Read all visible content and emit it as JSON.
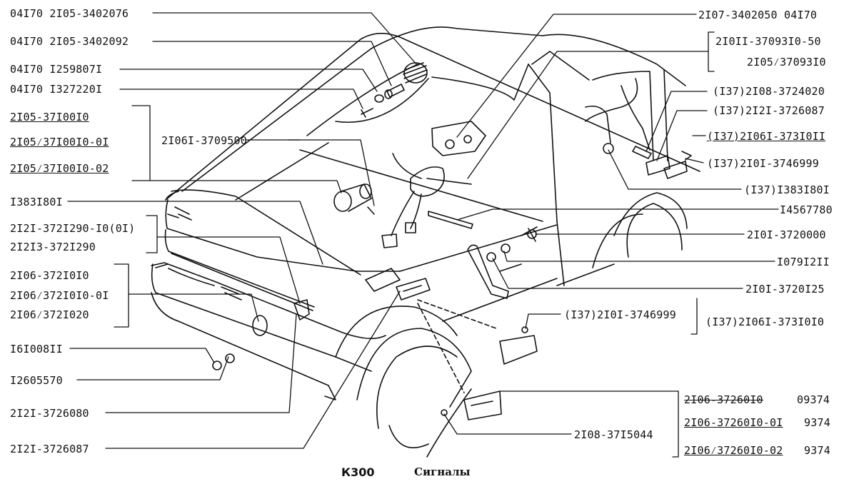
{
  "footer": {
    "code": "К300",
    "title": "Сигналы"
  },
  "left_labels": [
    {
      "id": "l1",
      "text": "04I70 2I05-3402076"
    },
    {
      "id": "l2",
      "text": "04I70 2I05-3402092"
    },
    {
      "id": "l3",
      "text": "04I70 I259807I"
    },
    {
      "id": "l4",
      "text": "04I70 I327220I"
    },
    {
      "id": "l5",
      "text": "2I05-37I00I0"
    },
    {
      "id": "l6",
      "text": "2I05⁄37I00I0-0I"
    },
    {
      "id": "l7",
      "text": "2I05⁄37I00I0-02"
    },
    {
      "id": "l8",
      "text": "I383I80I"
    },
    {
      "id": "l9",
      "text": "2I2I-372I290-I0(0I)"
    },
    {
      "id": "l10",
      "text": "2I2I3-372I290"
    },
    {
      "id": "l11",
      "text": "2I06-372I0I0"
    },
    {
      "id": "l12",
      "text": "2I06⁄372I0I0-0I"
    },
    {
      "id": "l13",
      "text": "2I06⁄372I020"
    },
    {
      "id": "l14",
      "text": "I6I008II"
    },
    {
      "id": "l15",
      "text": "I2605570"
    },
    {
      "id": "l16",
      "text": "2I2I-3726080"
    },
    {
      "id": "l17",
      "text": "2I2I-3726087"
    }
  ],
  "center_label": "2I06I-3709500",
  "right_labels": [
    {
      "id": "r1",
      "text": "2I07-3402050 04I70"
    },
    {
      "id": "r2",
      "text": "2I0II-37093I0-50"
    },
    {
      "id": "r3",
      "text": "2I05⁄37093I0"
    },
    {
      "id": "r4",
      "text": "(I37)2I08-3724020"
    },
    {
      "id": "r5",
      "text": "(I37)2I2I-3726087"
    },
    {
      "id": "r6",
      "text": "(I37)2I06I-373I0II"
    },
    {
      "id": "r7",
      "text": "(I37)2I0I-3746999"
    },
    {
      "id": "r8",
      "text": "(I37)I383I80I"
    },
    {
      "id": "r9",
      "text": "I4567780"
    },
    {
      "id": "r10",
      "text": "2I0I-3720000"
    },
    {
      "id": "r11",
      "text": "I079I2II"
    },
    {
      "id": "r12",
      "text": "2I0I-3720I25"
    },
    {
      "id": "r13",
      "text": "(I37)2I0I-3746999"
    },
    {
      "id": "r14",
      "text": "(I37)2I06I-373I0I0"
    },
    {
      "id": "r15",
      "text": "2I06-37260I0"
    },
    {
      "id": "r15b",
      "text": "09374"
    },
    {
      "id": "r16",
      "text": "2I06-37260I0-0I"
    },
    {
      "id": "r16b",
      "text": "9374"
    },
    {
      "id": "r17",
      "text": "2I06⁄37260I0-02"
    },
    {
      "id": "r17b",
      "text": "9374"
    },
    {
      "id": "r18",
      "text": "2I08-37I5044"
    }
  ]
}
